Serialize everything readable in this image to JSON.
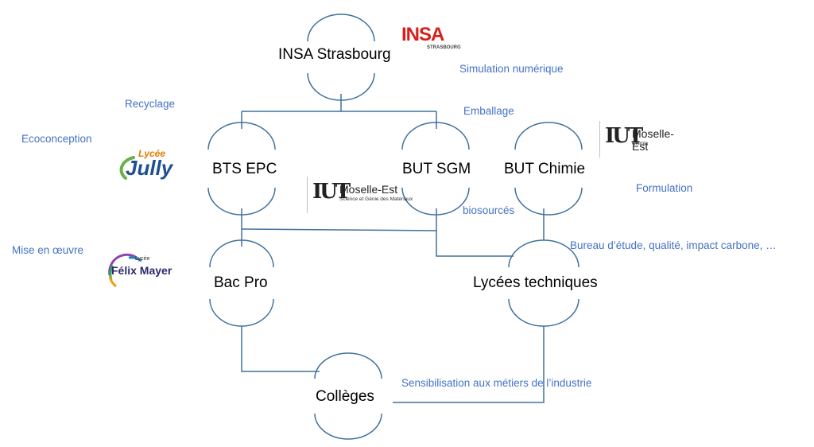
{
  "nodes": {
    "insa": "INSA Strasbourg",
    "bts": "BTS EPC",
    "but_sgm": "BUT SGM",
    "but_chimie": "BUT Chimie",
    "bac_pro": "Bac Pro",
    "lycees": "Lycées techniques",
    "colleges": "Collèges"
  },
  "topics": {
    "simulation": "Simulation numérique",
    "recyclage": "Recyclage",
    "emballage": "Emballage",
    "ecoconception": "Ecoconception",
    "formulation": "Formulation",
    "biosources": "biosourcés",
    "bureau": "Bureau d’étude, qualité, impact carbone, …",
    "mise_en_oeuvre": "Mise en œuvre",
    "sensibilisation": "Sensibilisation aux métiers de l’industrie"
  },
  "logos": {
    "insa": {
      "word": "INSA",
      "sub": "STRASBOURG"
    },
    "iut_sgm": {
      "mark": "IUT",
      "name": "Moselle-Est",
      "sub": "Science et Génie des Matériaux"
    },
    "iut_chimie": {
      "mark": "IUT",
      "name": "Moselle-Est",
      "sub": "Chimie"
    },
    "jully": {
      "top": "Lycée",
      "word": "Jully"
    },
    "felix": {
      "top": "Lycée",
      "word": "Félix Mayer"
    }
  },
  "colors": {
    "line": "#41719c",
    "topic_text": "#4472c4",
    "node_text": "#000000",
    "insa_red": "#d91e18"
  }
}
